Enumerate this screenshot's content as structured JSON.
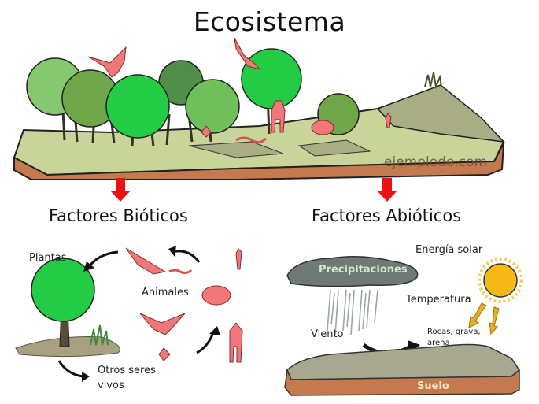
{
  "title": "Ecosistema",
  "watermark": "ejemplode.com",
  "branches": [
    {
      "heading": "Factores Bióticos",
      "arrow_color": "#ee1111"
    },
    {
      "heading": "Factores Abióticos",
      "arrow_color": "#ee1111"
    }
  ],
  "biotic": {
    "labels": {
      "plants": "Plantas",
      "animals": "Animales",
      "others_line1": "Otros seres",
      "others_line2": "vivos"
    }
  },
  "abiotic": {
    "labels": {
      "solar": "Energía solar",
      "precipitation": "Precipitaciones",
      "temperature": "Temperatura",
      "wind": "Viento",
      "rocks_line1": "Rocas, grava,",
      "rocks_line2": "arena",
      "soil": "Suelo"
    }
  },
  "colors": {
    "animal": "#f07878",
    "tree_bright": "#22cc44",
    "tree_mid": "#6fbf5a",
    "tree_dark": "#4f8f4a",
    "ground": "#c8d49a",
    "soil": "#c47a4e",
    "cloud": "#6f7a78",
    "sun": "#f6b814",
    "rock": "#a8a890"
  }
}
